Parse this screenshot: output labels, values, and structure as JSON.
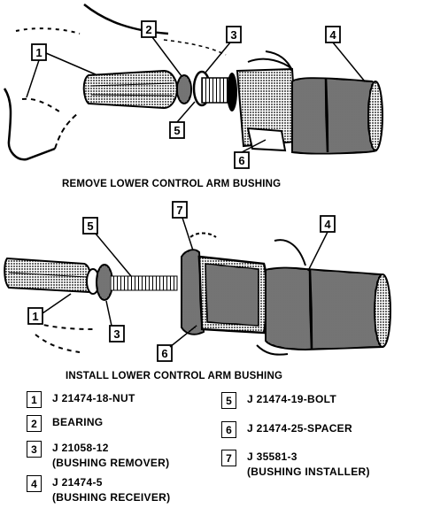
{
  "captions": {
    "remove": "REMOVE LOWER CONTROL ARM BUSHING",
    "install": "INSTALL LOWER CONTROL ARM BUSHING"
  },
  "callouts_top": [
    "1",
    "2",
    "3",
    "4",
    "5",
    "6"
  ],
  "callouts_bottom": [
    "7",
    "5",
    "4",
    "1",
    "3",
    "6"
  ],
  "legend": [
    {
      "num": "1",
      "line1": "J 21474-18-NUT",
      "line2": ""
    },
    {
      "num": "2",
      "line1": "BEARING",
      "line2": ""
    },
    {
      "num": "3",
      "line1": "J 21058-12",
      "line2": "(BUSHING REMOVER)"
    },
    {
      "num": "4",
      "line1": "J 21474-5",
      "line2": "(BUSHING RECEIVER)"
    },
    {
      "num": "5",
      "line1": "J 21474-19-BOLT",
      "line2": ""
    },
    {
      "num": "6",
      "line1": "J 21474-25-SPACER",
      "line2": ""
    },
    {
      "num": "7",
      "line1": "J 35581-3",
      "line2": "(BUSHING INSTALLER)"
    }
  ]
}
